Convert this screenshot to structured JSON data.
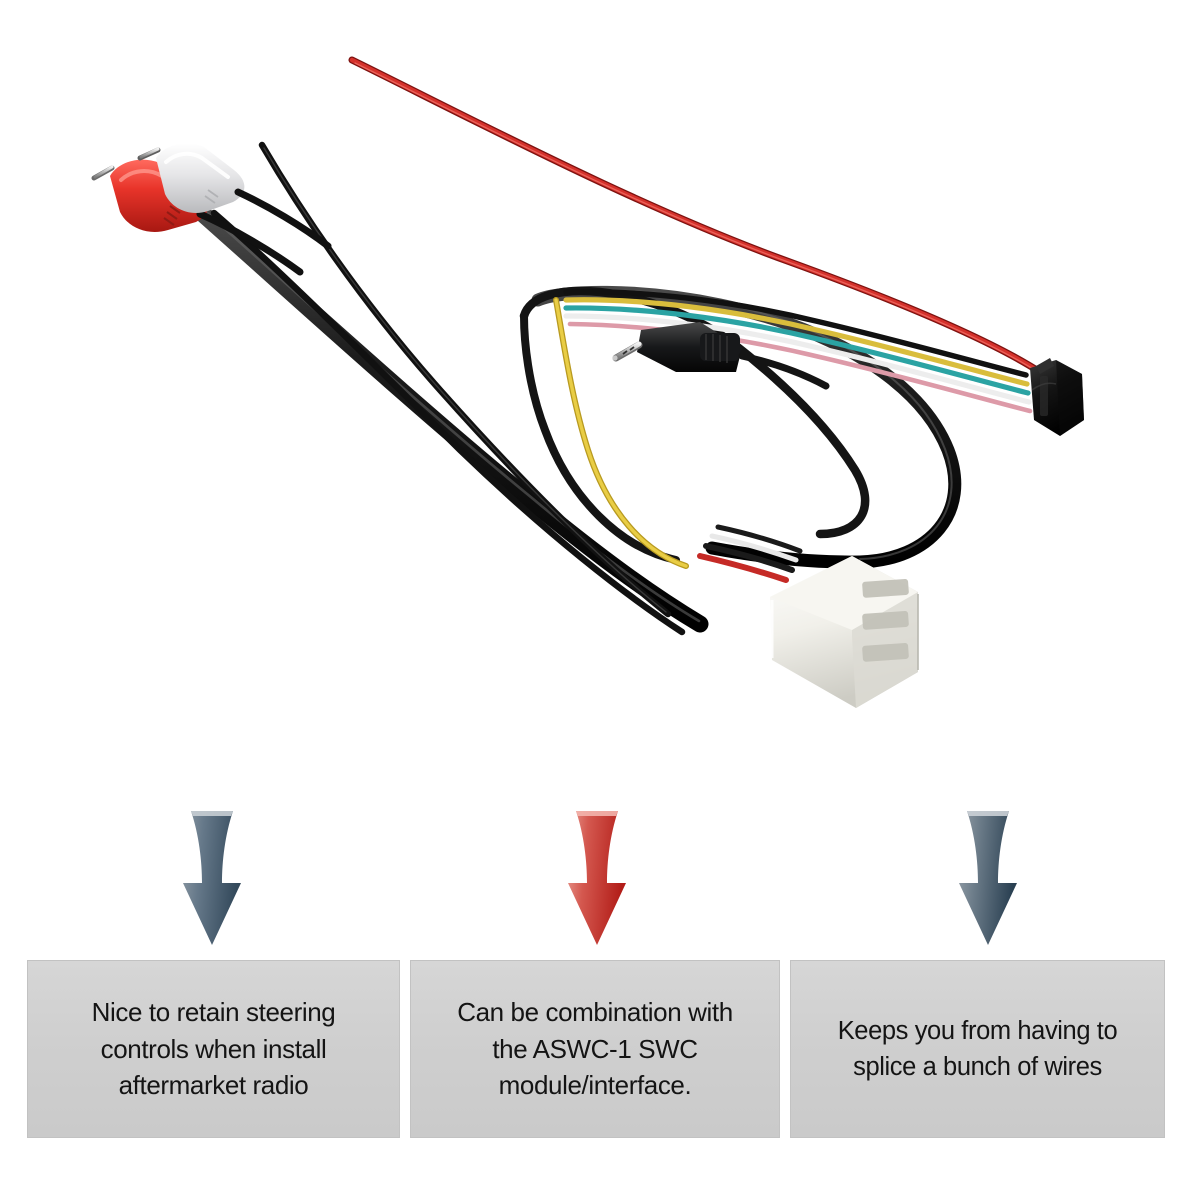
{
  "product": {
    "name": "steering-wheel-control-radio-wiring-harness",
    "alt": "Car stereo wiring harness adapter with red and white RCA plugs, 3.5mm jack, white Molex connector, black multi-pin connector and colored wires",
    "components": [
      {
        "name": "rca-plug-red",
        "color": "#e03128"
      },
      {
        "name": "rca-plug-white",
        "color": "#f2f2f2"
      },
      {
        "name": "black-cable",
        "color": "#1a1a1a"
      },
      {
        "name": "red-power-wire",
        "color": "#d22a2a"
      },
      {
        "name": "aux-jack-3-5mm",
        "color": "#141414"
      },
      {
        "name": "molex-connector-white",
        "color": "#f0efe9"
      },
      {
        "name": "connector-black",
        "color": "#121212"
      },
      {
        "name": "ribbon-wire-yellow",
        "color": "#e8c63a"
      },
      {
        "name": "ribbon-wire-teal",
        "color": "#2aa5a5"
      },
      {
        "name": "ribbon-wire-white",
        "color": "#efefef"
      },
      {
        "name": "ribbon-wire-pink",
        "color": "#e39aa8"
      }
    ],
    "background": "#ffffff"
  },
  "arrows": [
    {
      "name": "arrow-left",
      "color": "#5d7183",
      "color_dark": "#2e4352"
    },
    {
      "name": "arrow-center",
      "color": "#d9645c",
      "color_dark": "#b81f1c"
    },
    {
      "name": "arrow-right",
      "color": "#6b7b88",
      "color_dark": "#253b4a"
    }
  ],
  "callouts": [
    {
      "name": "callout-steering-controls",
      "text": "Nice to retain steering\ncontrols when install\naftermarket radio",
      "bg": "#d0d0d0"
    },
    {
      "name": "callout-aswc-compatibility",
      "text": "Can be combination with\nthe ASWC-1 SWC\nmodule/interface.",
      "bg": "#d0d0d0"
    },
    {
      "name": "callout-no-splicing",
      "text": "Keeps you from having to\nsplice a bunch of wires",
      "bg": "#d0d0d0"
    }
  ]
}
